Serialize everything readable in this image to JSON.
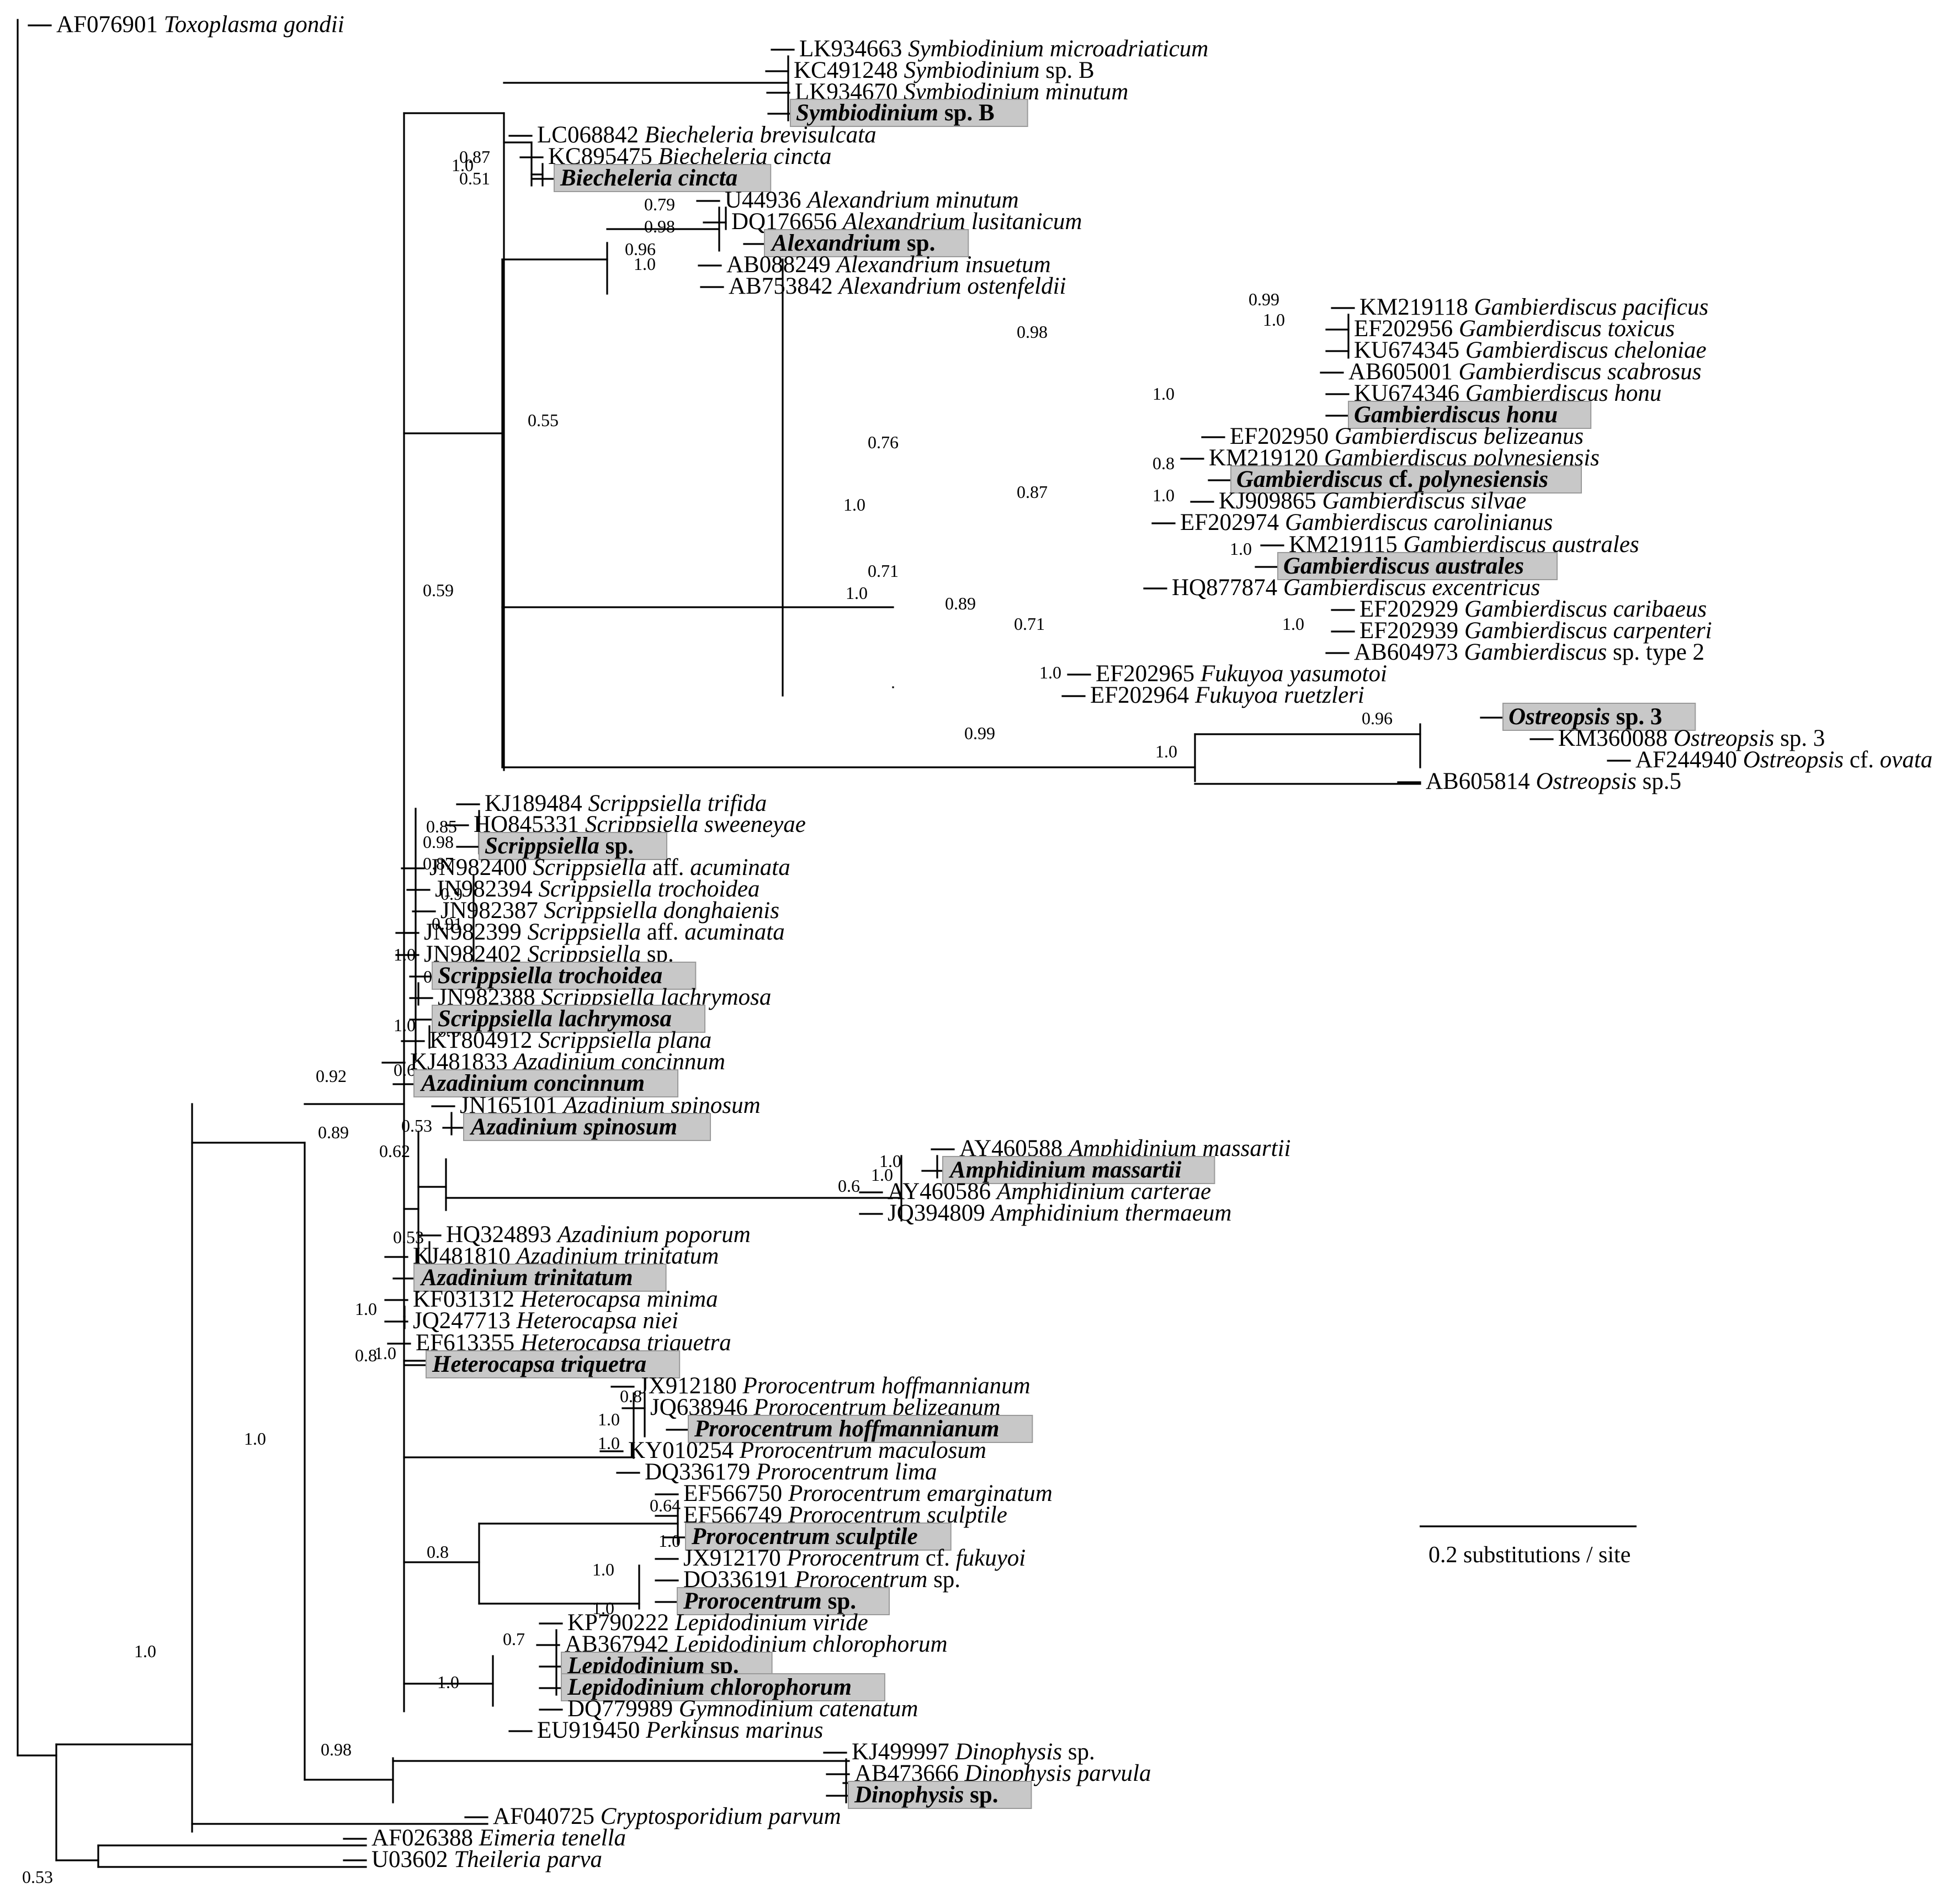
{
  "scale_bar": {
    "label": "0.2 substitutions / site"
  },
  "support_values": [
    "0.53",
    "1.0",
    "1.0",
    "0.98",
    "0.89",
    "0.59",
    "0.92",
    "0.62",
    "1.0",
    "0.8",
    "1.0",
    "1.0",
    "0.87",
    "0.51",
    "0.55",
    "1.0",
    "0.96",
    "0.98",
    "0.79",
    "1.0",
    "0.71",
    "0.76",
    "1.0",
    "0.87",
    "0.98",
    "1.0",
    "0.99",
    "1.0",
    "0.8",
    "1.0",
    "1.0",
    "0.89",
    "0.71",
    "1.0",
    "1.0",
    "1.0",
    "0.96",
    "0.99",
    "0.98",
    "0.87",
    "0.85",
    "0.9",
    "0.91",
    "1.0",
    "0.65",
    "1.0",
    "0.6",
    "0.6",
    "0.53",
    "0.6",
    "1.0",
    "1.0",
    "0.53",
    "1.0",
    "0.8",
    "0.8",
    "1.0",
    "1.0",
    "0.64",
    "1.0",
    "1.0",
    "1.0",
    "0.7"
  ],
  "tips": [
    {
      "acc": "AF076901",
      "sp": "Toxoplasma gondii"
    },
    {
      "acc": "LK934663",
      "sp": "Symbiodinium microadriaticum"
    },
    {
      "acc": "KC491248",
      "sp": "Symbiodinium",
      "rest": " sp. B"
    },
    {
      "acc": "LK934670",
      "sp": "Symbiodinium minutum"
    },
    {
      "sp": "Symbiodinium",
      "rest": " sp. B",
      "hl": true
    },
    {
      "acc": "LC068842",
      "sp": "Biecheleria brevisulcata"
    },
    {
      "acc": "KC895475",
      "sp": "Biecheleria cincta"
    },
    {
      "sp": "Biecheleria cincta",
      "hl": true
    },
    {
      "acc": "U44936",
      "sp": "Alexandrium minutum"
    },
    {
      "acc": "DQ176656",
      "sp": "Alexandrium lusitanicum"
    },
    {
      "sp": "Alexandrium",
      "rest": " sp.",
      "hl": true
    },
    {
      "acc": "AB088249",
      "sp": "Alexandrium insuetum"
    },
    {
      "acc": "AB753842",
      "sp": "Alexandrium ostenfeldii"
    },
    {
      "acc": "KM219118",
      "sp": "Gambierdiscus pacificus"
    },
    {
      "acc": "EF202956",
      "sp": "Gambierdiscus toxicus"
    },
    {
      "acc": "KU674345",
      "sp": "Gambierdiscus cheloniae"
    },
    {
      "acc": "AB605001",
      "sp": "Gambierdiscus scabrosus"
    },
    {
      "acc": "KU674346",
      "sp": "Gambierdiscus honu"
    },
    {
      "sp": "Gambierdiscus honu",
      "hl": true
    },
    {
      "acc": "EF202950",
      "sp": "Gambierdiscus belizeanus"
    },
    {
      "acc": "KM219120",
      "sp": "Gambierdiscus polynesiensis"
    },
    {
      "sp": "Gambierdiscus",
      "rest": " cf. ",
      "sp2": "polynesiensis",
      "hl": true
    },
    {
      "acc": "KJ909865",
      "sp": "Gambierdiscus silvae"
    },
    {
      "acc": "EF202974",
      "sp": "Gambierdiscus carolinianus"
    },
    {
      "acc": "KM219115",
      "sp": "Gambierdiscus australes"
    },
    {
      "sp": "Gambierdiscus australes",
      "hl": true
    },
    {
      "acc": "HQ877874",
      "sp": "Gambierdiscus excentricus"
    },
    {
      "acc": "EF202929",
      "sp": "Gambierdiscus caribaeus"
    },
    {
      "acc": "EF202939",
      "sp": "Gambierdiscus carpenteri"
    },
    {
      "acc": "AB604973",
      "sp": "Gambierdiscus",
      "rest": " sp. type 2"
    },
    {
      "acc": "EF202965",
      "sp": "Fukuyoa yasumotoi"
    },
    {
      "acc": "EF202964",
      "sp": "Fukuyoa ruetzleri"
    },
    {
      "sp": "Ostreopsis",
      "rest": " sp. 3",
      "hl": true
    },
    {
      "acc": "KM360088",
      "sp": "Ostreopsis",
      "rest": " sp. 3"
    },
    {
      "acc": "AF244940",
      "sp": "Ostreopsis",
      "rest": " cf. ",
      "sp2": "ovata"
    },
    {
      "acc": "AB605814",
      "sp": "Ostreopsis",
      "rest": " sp.5"
    },
    {
      "acc": "KJ189484",
      "sp": "Scrippsiella trifida"
    },
    {
      "acc": "HQ845331",
      "sp": "Scrippsiella sweeneyae"
    },
    {
      "sp": "Scrippsiella",
      "rest": " sp.",
      "hl": true
    },
    {
      "acc": "JN982400",
      "sp": "Scrippsiella",
      "rest": " aff. ",
      "sp2": "acuminata"
    },
    {
      "acc": "JN982394",
      "sp": "Scrippsiella trochoidea"
    },
    {
      "acc": "JN982387",
      "sp": "Scrippsiella donghaienis"
    },
    {
      "acc": "JN982399",
      "sp": "Scrippsiella",
      "rest": " aff. ",
      "sp2": "acuminata"
    },
    {
      "acc": "JN982402",
      "sp": "Scrippsiella",
      "rest": " sp."
    },
    {
      "sp": "Scrippsiella trochoidea",
      "hl": true
    },
    {
      "acc": "JN982388",
      "sp": "Scrippsiella lachrymosa"
    },
    {
      "sp": "Scrippsiella lachrymosa",
      "hl": true
    },
    {
      "acc": "KT804912",
      "sp": "Scrippsiella plana"
    },
    {
      "acc": "KJ481833",
      "sp": "Azadinium concinnum"
    },
    {
      "sp": "Azadinium concinnum",
      "hl": true
    },
    {
      "acc": "JN165101",
      "sp": "Azadinium spinosum"
    },
    {
      "sp": "Azadinium spinosum",
      "hl": true
    },
    {
      "acc": "AY460588",
      "sp": "Amphidinium massartii"
    },
    {
      "sp": "Amphidinium massartii",
      "hl": true
    },
    {
      "acc": "AY460586",
      "sp": "Amphidinium carterae"
    },
    {
      "acc": "JQ394809",
      "sp": "Amphidinium thermaeum"
    },
    {
      "acc": "HQ324893",
      "sp": "Azadinium poporum"
    },
    {
      "acc": "KJ481810",
      "sp": "Azadinium trinitatum"
    },
    {
      "sp": "Azadinium trinitatum",
      "hl": true
    },
    {
      "acc": "KF031312",
      "sp": "Heterocapsa minima"
    },
    {
      "acc": "JQ247713",
      "sp": "Heterocapsa niei"
    },
    {
      "acc": "EF613355",
      "sp": "Heterocapsa triquetra"
    },
    {
      "sp": "Heterocapsa triquetra",
      "hl": true
    },
    {
      "acc": "JX912180",
      "sp": "Prorocentrum hoffmannianum"
    },
    {
      "acc": "JQ638946",
      "sp": "Prorocentrum belizeanum"
    },
    {
      "sp": "Prorocentrum hoffmannianum",
      "hl": true
    },
    {
      "acc": "KY010254",
      "sp": "Prorocentrum maculosum"
    },
    {
      "acc": "DQ336179",
      "sp": "Prorocentrum lima"
    },
    {
      "acc": "EF566750",
      "sp": "Prorocentrum emarginatum"
    },
    {
      "acc": "EF566749",
      "sp": "Prorocentrum sculptile"
    },
    {
      "sp": "Prorocentrum sculptile",
      "hl": true
    },
    {
      "acc": "JX912170",
      "sp": "Prorocentrum",
      "rest": " cf. ",
      "sp2": "fukuyoi"
    },
    {
      "acc": "DQ336191",
      "sp": "Prorocentrum",
      "rest": " sp.",
      "small": true
    },
    {
      "sp": "Prorocentrum",
      "rest": " sp.",
      "hl": true
    },
    {
      "acc": "KP790222",
      "sp": "Lepidodinium viride"
    },
    {
      "acc": "AB367942",
      "sp": "Lepidodinium chlorophorum"
    },
    {
      "sp": "Lepidodinium",
      "rest": " sp.",
      "hl": true
    },
    {
      "sp": "Lepidodinium chlorophorum",
      "hl": true
    },
    {
      "acc": "DQ779989",
      "sp": "Gymnodinium catenatum"
    },
    {
      "acc": "EU919450",
      "sp": "Perkinsus marinus"
    },
    {
      "acc": "KJ499997",
      "sp": "Dinophysis",
      "rest": " sp."
    },
    {
      "acc": "AB473666",
      "sp": "Dinophysis parvula"
    },
    {
      "sp": "Dinophysis",
      "rest": " sp.",
      "hl": true
    },
    {
      "acc": "AF040725",
      "sp": "Cryptosporidium parvum"
    },
    {
      "acc": "AF026388",
      "sp": "Eimeria tenella"
    },
    {
      "acc": "U03602",
      "sp": "Theileria parva"
    }
  ]
}
